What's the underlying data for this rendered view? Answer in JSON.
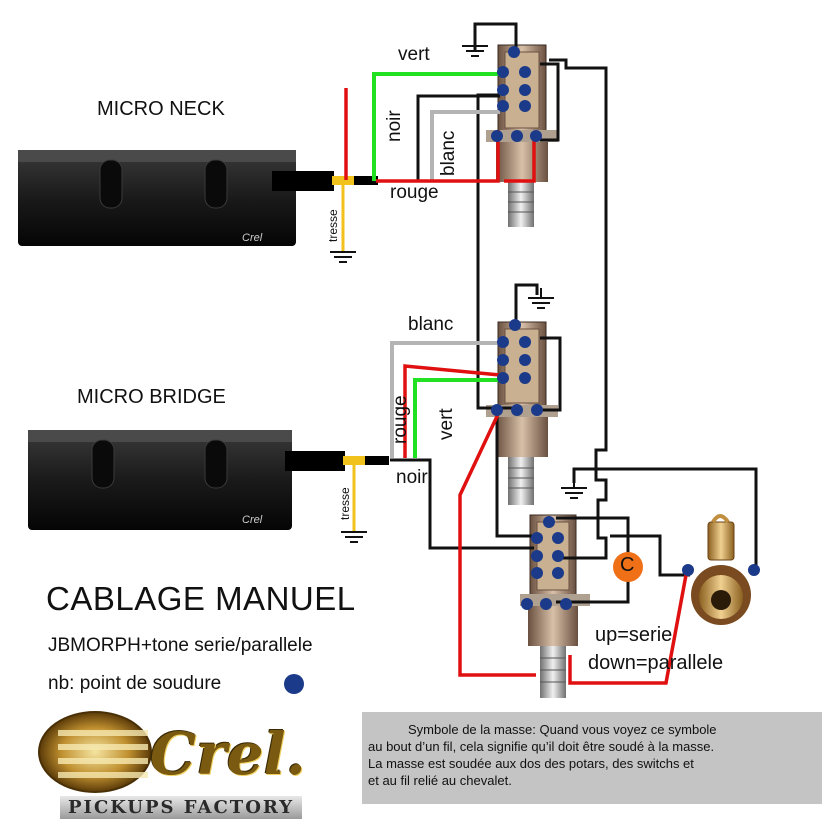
{
  "labels": {
    "neck": "MICRO NECK",
    "bridge": "MICRO BRIDGE",
    "vert": "vert",
    "noir": "noir",
    "blanc": "blanc",
    "rouge": "rouge",
    "tresse": "tresse",
    "capacitor": "C",
    "up": "up=serie",
    "down": "down=parallele",
    "pickup_logo": "Crel"
  },
  "title": "CABLAGE MANUEL",
  "subtitle": "JBMORPH+tone serie/parallele",
  "note": "nb: point de soudure",
  "legend": {
    "line1": "Symbole de la masse: Quand vous voyez ce symbole",
    "line2": "au bout d’un fil, cela signifie qu’il doit être soudé à la masse.",
    "line3": "La masse est soudée aux dos des potars, des switchs et",
    "line4": "et au fil relié au chevalet."
  },
  "brand": {
    "name": "Crel.",
    "tagline": "PICKUPS FACTORY"
  },
  "colors": {
    "green": "#22e022",
    "red": "#e01010",
    "white_wire": "#b4b4b4",
    "black_wire": "#111111",
    "shield": "#f2c21c",
    "solder_dot": "#1b3a8a",
    "capacitor": "#f07018"
  }
}
